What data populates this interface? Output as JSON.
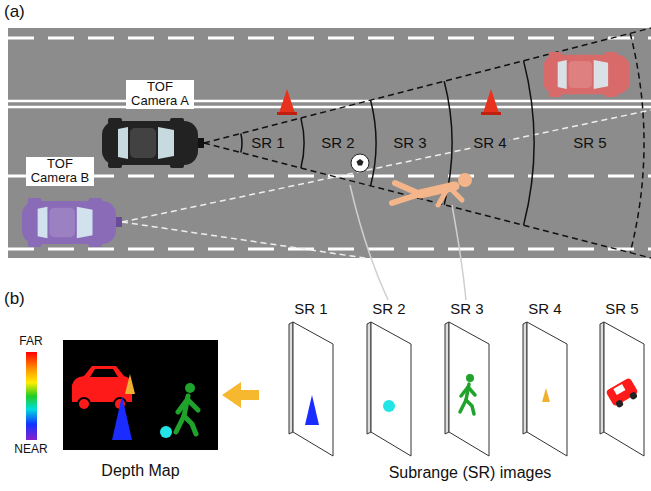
{
  "diagram": {
    "nodes": [
      {
        "text": [
          "Depth Map"
        ]
      },
      {
        "text": [
          "SR 1"
        ]
      },
      {
        "text": [
          "SR 2"
        ]
      },
      {
        "text": [
          "SR 3"
        ]
      },
      {
        "text": [
          "SR 4"
        ]
      },
      {
        "text": [
          "SR 5"
        ]
      }
    ],
    "edges": [
      {
        "from": 1,
        "to": 0,
        "arrow": "to"
      }
    ],
    "labels": [
      "(a)",
      "TOF Camera A",
      "TOF Camera B",
      "SR 1",
      "SR 2",
      "SR 3",
      "SR 4",
      "SR 5",
      "(b)",
      "FAR",
      "NEAR",
      "Subrange (SR) images"
    ]
  }
}
